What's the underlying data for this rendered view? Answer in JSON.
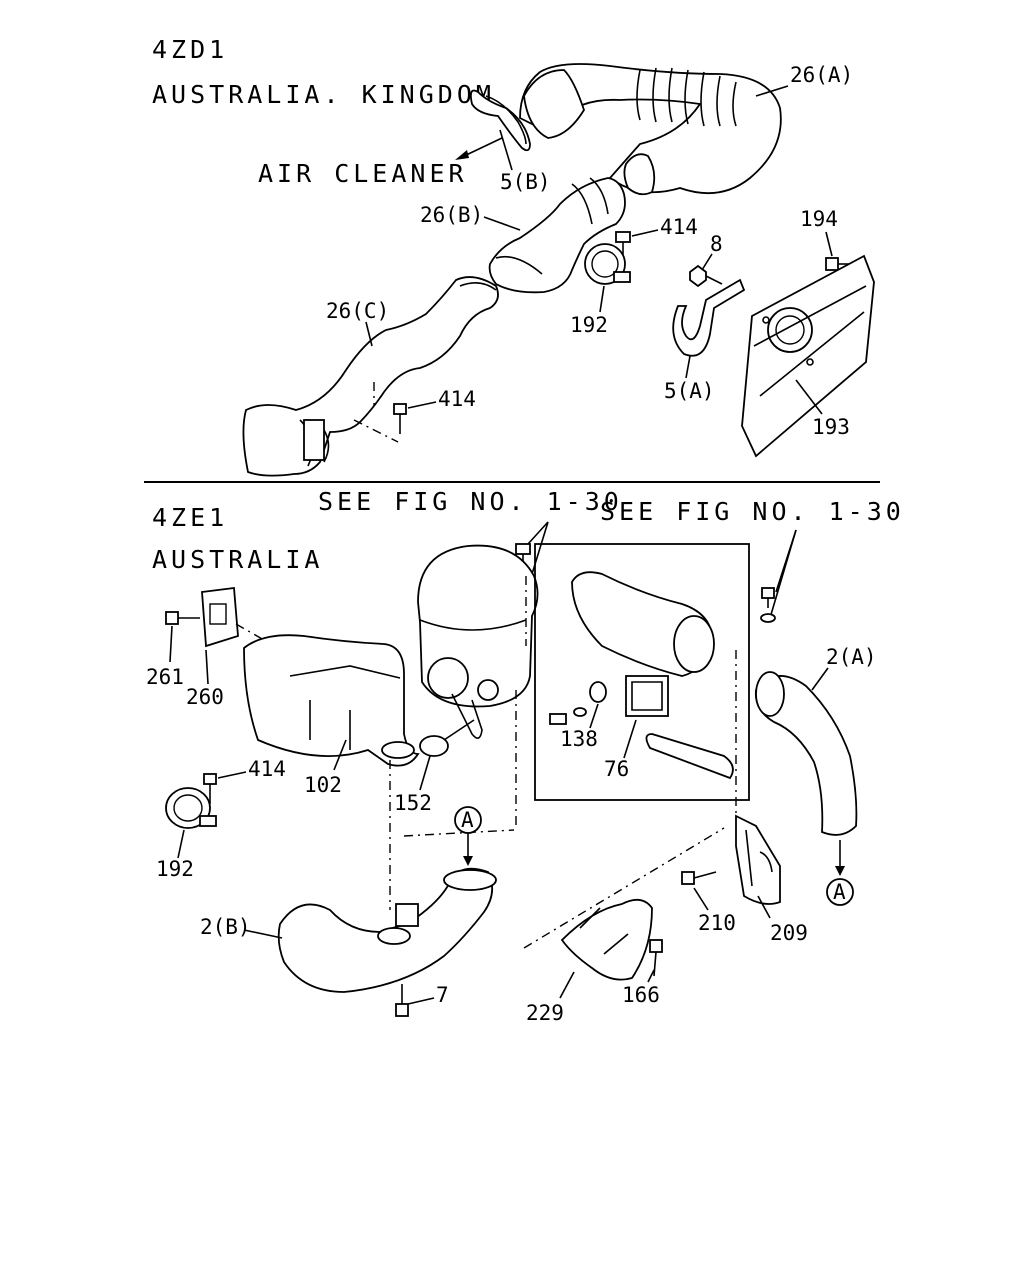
{
  "sections": [
    {
      "engine": "4ZD1",
      "market": "AUSTRALIA. KINGDOM",
      "note": "AIR CLEANER",
      "labels": [
        "26(A)",
        "5(B)",
        "26(B)",
        "414",
        "8",
        "194",
        "192",
        "26(C)",
        "5(A)",
        "414",
        "193"
      ]
    },
    {
      "engine": "4ZE1",
      "market": "AUSTRALIA",
      "refs": [
        "SEE FIG NO. 1-30",
        "SEE FIG NO. 1-30"
      ],
      "labels": [
        "2(A)",
        "261",
        "260",
        "138",
        "76",
        "414",
        "102",
        "152",
        "192",
        "A",
        "2(B)",
        "210",
        "209",
        "A",
        "7",
        "166",
        "229"
      ]
    }
  ]
}
